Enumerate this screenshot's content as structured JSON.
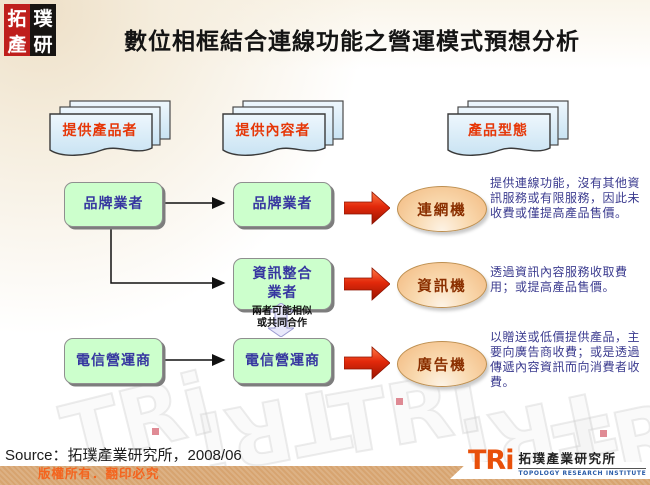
{
  "header": {
    "logo_chars": [
      "拓",
      "璞",
      "產",
      "研"
    ],
    "title": "數位相框結合連線功能之營運模式預想分析"
  },
  "columns": {
    "headers": [
      {
        "label": "提供產品者"
      },
      {
        "label": "提供內容者"
      },
      {
        "label": "產品型態"
      }
    ]
  },
  "providers": {
    "product_providers": [
      "品牌業者",
      "電信營運商"
    ],
    "content_providers": [
      "品牌業者",
      "資訊整合業者",
      "電信營運商"
    ]
  },
  "note": {
    "line1": "兩者可能相似",
    "line2": "或共同合作"
  },
  "products": [
    {
      "name": "連網機",
      "description": "提供連線功能，沒有其他資訊服務或有限服務，因此未收費或僅提高產品售價。"
    },
    {
      "name": "資訊機",
      "description": "透過資訊內容服務收取費用；或提高產品售價。"
    },
    {
      "name": "廣告機",
      "description": "以贈送或低價提供產品，主要向廣告商收費；或是透過傳遞內容資訊而向消費者收費。"
    }
  ],
  "footer": {
    "source": "Source：拓璞產業研究所，2008/06",
    "copyright": "版權所有．翻印必究",
    "logo_text": "TRi",
    "logo_cn": "拓璞產業研究所",
    "logo_en": "TOPOLOGY RESEARCH INSTITUTE"
  },
  "watermark": "TRi",
  "colors": {
    "accent_red": "#d92b04",
    "box_green": "#ccffcc",
    "box_text_blue": "#3636a0",
    "ellipse_peach": "#f2b87e",
    "ellipse_text": "#8a2f00",
    "header_label_red": "#e63708",
    "flag_blue": "#dceef9",
    "strip_tan": "#d7a470",
    "logo_orange": "#e8500a",
    "copyright_orange": "#f4641e"
  }
}
